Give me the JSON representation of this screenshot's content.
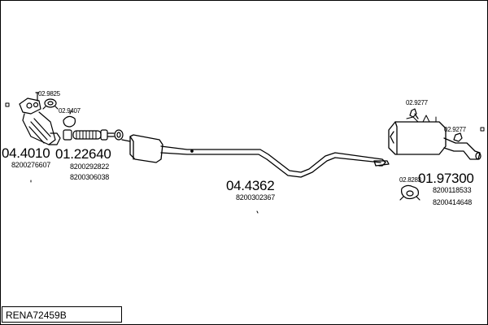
{
  "diagram": {
    "reference": "RENA72459B",
    "parts": [
      {
        "number": "04.4010",
        "oe": [
          "8200276607"
        ]
      },
      {
        "number": "01.22640",
        "oe": [
          "8200292822",
          "8200306038"
        ]
      },
      {
        "number": "04.4362",
        "oe": [
          "8200302367"
        ]
      },
      {
        "number": "01.97300",
        "oe": [
          "8200118533",
          "8200414648"
        ]
      }
    ],
    "fittings": [
      "02.9825",
      "02.9407",
      "02.9277",
      "02.9277",
      "02.8283"
    ]
  }
}
